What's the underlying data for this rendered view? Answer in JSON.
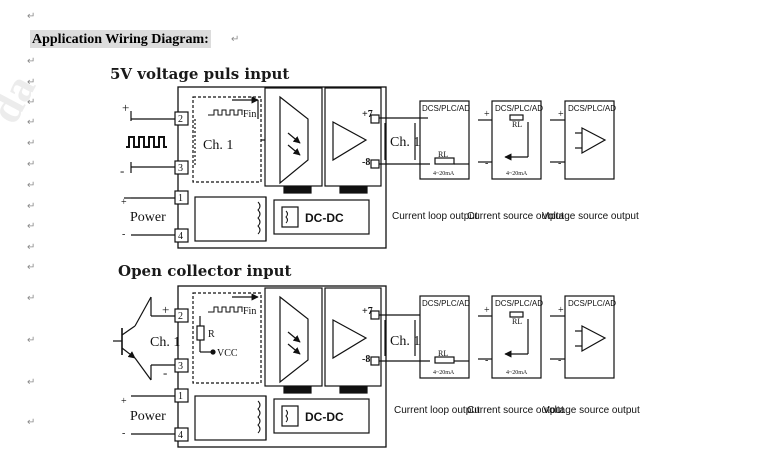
{
  "document": {
    "heading": "Application Wiring Diagram:",
    "watermark_text": "da"
  },
  "diagram1": {
    "title": "5V voltage puls input",
    "pin_labels": [
      "2",
      "3",
      "1",
      "4"
    ],
    "plus": "+",
    "minus": "-",
    "plus7": "+7",
    "minus8": "-8",
    "fin": "Fin",
    "channel": "Ch. 1",
    "channel_out": "Ch. 1",
    "power": "Power",
    "dcdc": "DC-DC",
    "targets": [
      "DCS/PLC/AD",
      "DCS/PLC/AD",
      "DCS/PLC/AD"
    ],
    "rl": "RL",
    "range": "4~20mA",
    "captions": [
      "Current loop output",
      "Current source output",
      "Voltage source output"
    ]
  },
  "diagram2": {
    "title": "Open collector input",
    "pin_labels": [
      "2",
      "3",
      "1",
      "4"
    ],
    "plus": "+",
    "minus": "-",
    "plus7": "+7",
    "minus8": "-8",
    "fin": "Fin",
    "channel": "Ch. 1",
    "channel_out": "Ch. 1",
    "r": "R",
    "vcc": "VCC",
    "power": "Power",
    "dcdc": "DC-DC",
    "targets": [
      "DCS/PLC/AD",
      "DCS/PLC/AD",
      "DCS/PLC/AD"
    ],
    "rl": "RL",
    "range": "4~20mA",
    "captions": [
      "Current loop output",
      "Current source output",
      "Voltage source output"
    ]
  }
}
